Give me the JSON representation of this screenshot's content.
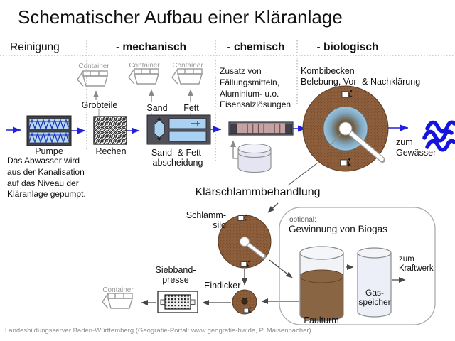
{
  "title": "Schematischer Aufbau einer Kläranlage",
  "header": {
    "reinigung": "Reinigung",
    "mechanisch": "- mechanisch",
    "chemisch": "- chemisch",
    "biologisch": "- biologisch"
  },
  "mechanical": {
    "pumpe": "Pumpe",
    "rechen": "Rechen",
    "grobteile": "Grobteile",
    "sand": "Sand",
    "fett": "Fett",
    "sandfett_line1": "Sand- & Fett-",
    "sandfett_line2": "abscheidung",
    "pump_note_lines": [
      "Das Abwasser wird",
      "aus der Kanalisation",
      "auf das Niveau der",
      "Kläranlage gepumpt."
    ]
  },
  "chemical": {
    "note_lines": [
      "Zusatz von",
      "Fällungsmitteln,",
      "Aluminium- u.o.",
      "Eisensalzlösungen"
    ]
  },
  "biological": {
    "kombibecken_line1": "Kombibecken",
    "kombibecken_line2": "Belebung, Vor- & Nachklärung",
    "outflow_line1": "zum",
    "outflow_line2": "Gewässer"
  },
  "sludge": {
    "heading": "Klärschlammbehandlung",
    "schlammsilo_line1": "Schlamm-",
    "schlammsilo_line2": "silo",
    "eindicker": "Eindicker",
    "siebbandpresse_line1": "Siebband-",
    "siebbandpresse_line2": "presse",
    "optional": "optional:",
    "biogas": "Gewinnung von Biogas",
    "faulturm": "Faulturm",
    "gasspeicher_line1": "Gas-",
    "gasspeicher_line2": "speicher",
    "kraftwerk_line1": "zum",
    "kraftwerk_line2": "Kraftwerk"
  },
  "container_label": "Container",
  "footer": "Landesbildungsserver Baden-Württemberg (Geografie-Portal: www.geografie-bw.de, P. Maisenbacher)",
  "colors": {
    "flow_blue": "#2222d6",
    "tank_brown": "#8e5f3d",
    "water_light_blue": "#a9d2f2",
    "mixer_rose": "#c7a2a2"
  }
}
